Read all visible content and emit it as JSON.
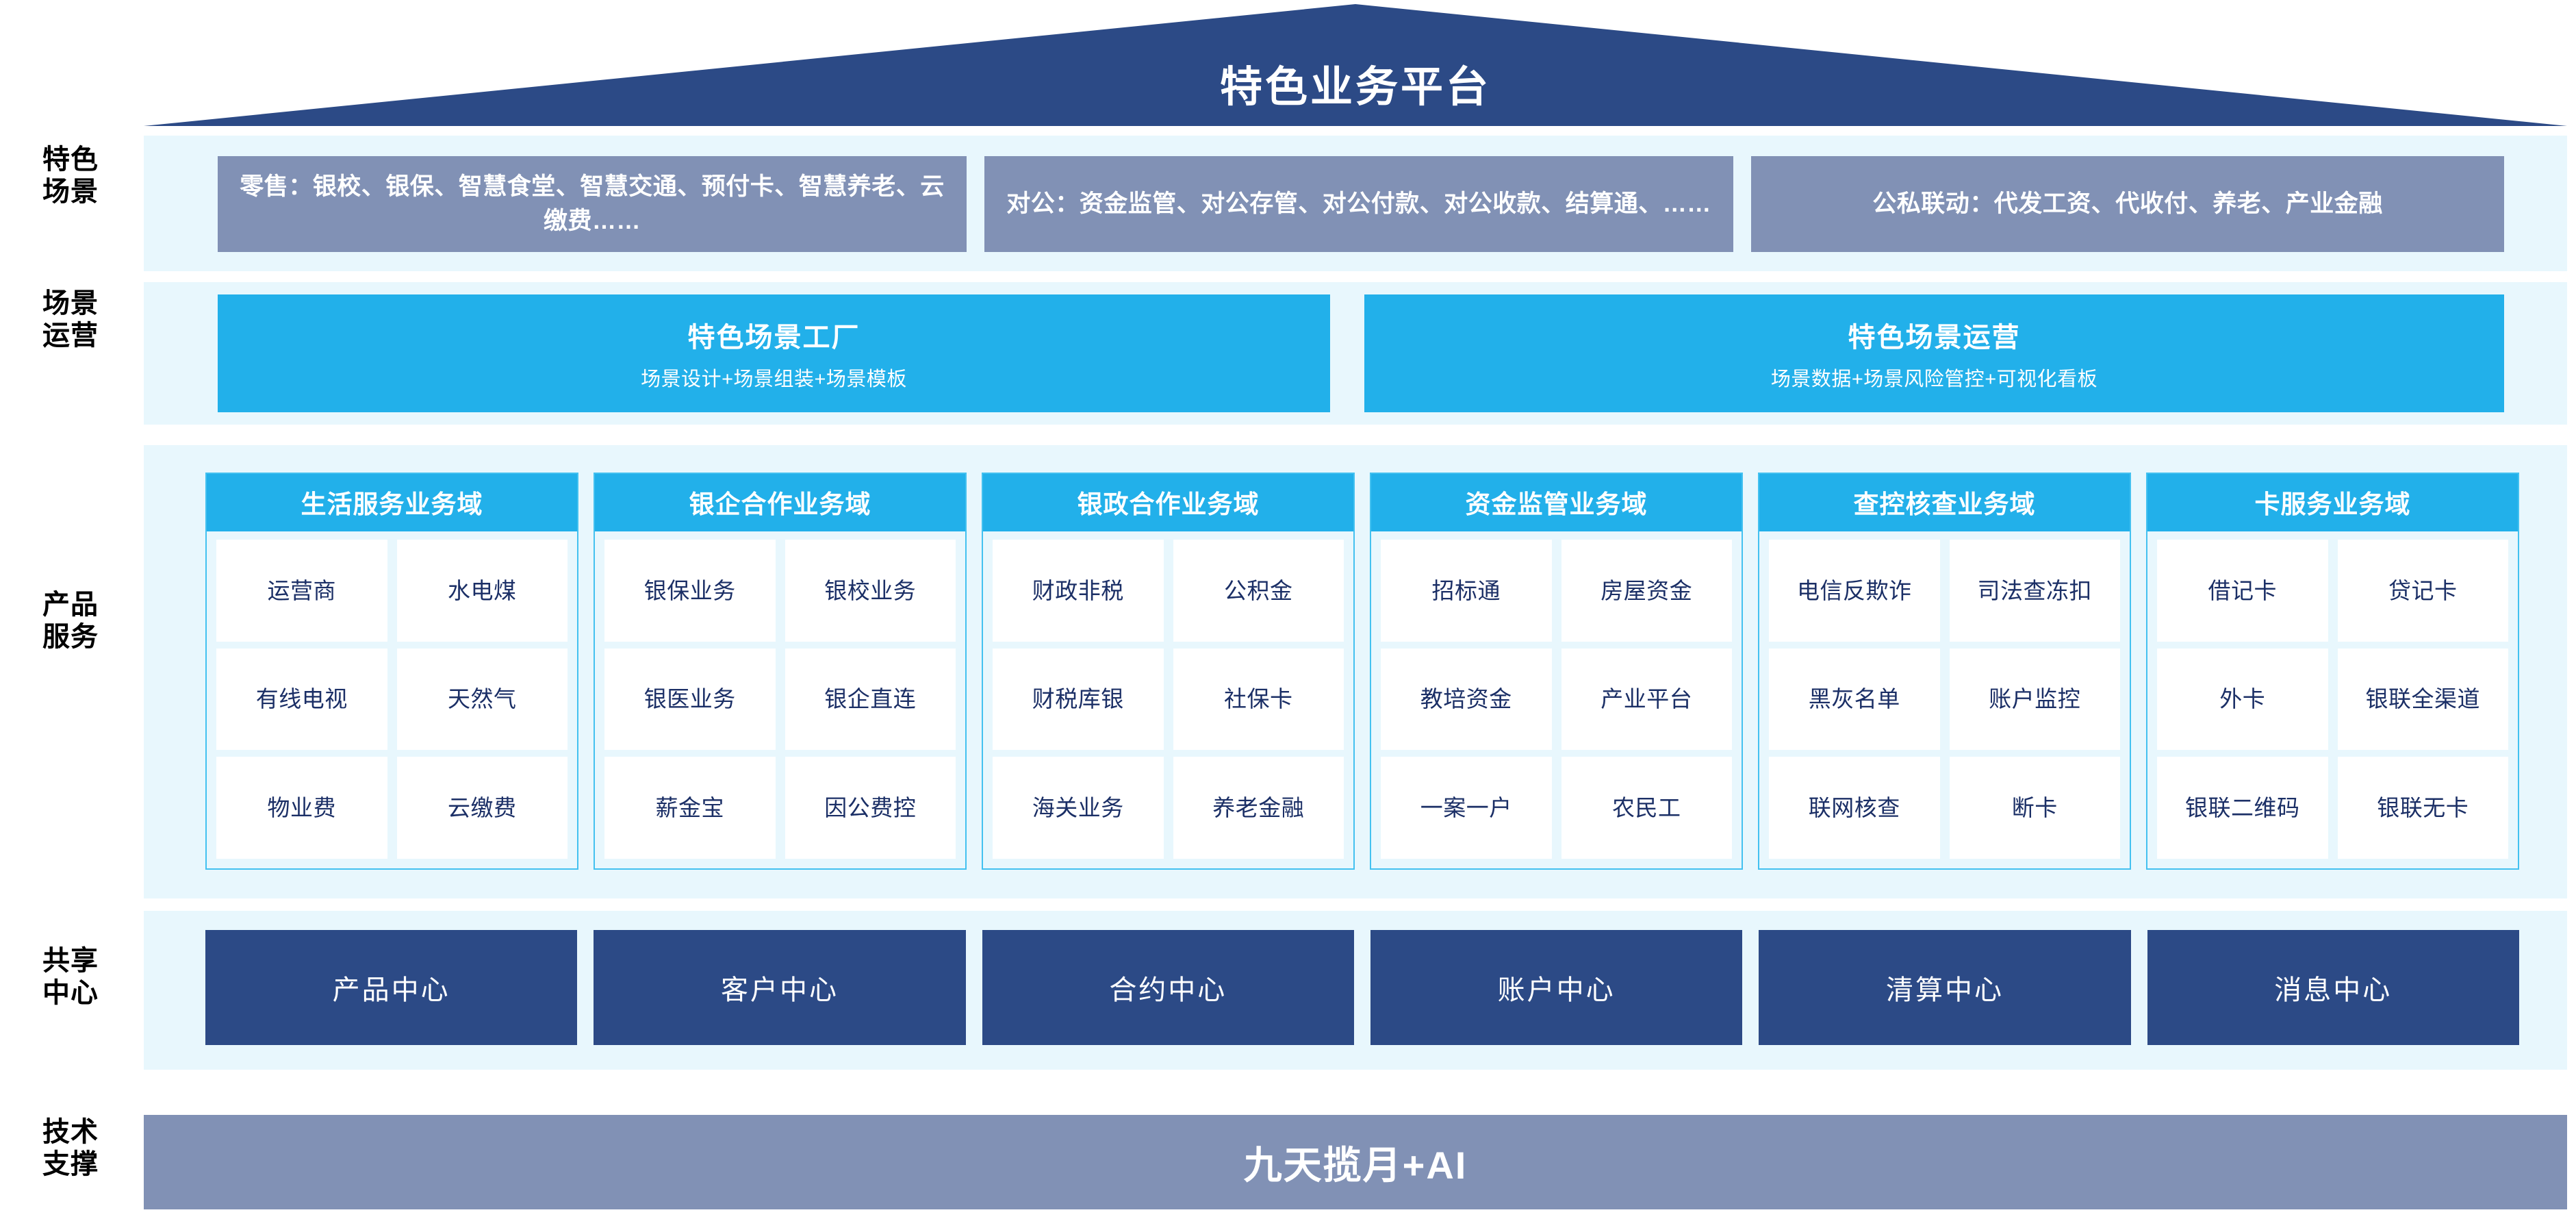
{
  "platform": {
    "title": "特色业务平台"
  },
  "colors": {
    "roof_navy": "#2c4a86",
    "scene_slate": "#8191b5",
    "cyan": "#22b0ea",
    "band_light": "#e8f7fd",
    "cell_text": "#1b2f66",
    "shared_navy": "#2c4a86",
    "tech_slate": "#8191b5"
  },
  "row_labels": {
    "scene": "特色\n场景",
    "scene_line1": "特色",
    "scene_line2": "场景",
    "operations_line1": "场景",
    "operations_line2": "运营",
    "products_line1": "产品",
    "products_line2": "服务",
    "shared_line1": "共享",
    "shared_line2": "中心",
    "tech_line1": "技术",
    "tech_line2": "支撑"
  },
  "scene_row": {
    "boxes": [
      {
        "label": "零售：银校、银保、智慧食堂、智慧交通、预付卡、智慧养老、云缴费……"
      },
      {
        "label": "对公：资金监管、对公存管、对公付款、对公收款、结算通、……"
      },
      {
        "label": "公私联动：代发工资、代收付、养老、产业金融"
      }
    ]
  },
  "operations_row": {
    "boxes": [
      {
        "title": "特色场景工厂",
        "subtitle": "场景设计+场景组装+场景模板"
      },
      {
        "title": "特色场景运营",
        "subtitle": "场景数据+场景风险管控+可视化看板"
      }
    ]
  },
  "product_domains": [
    {
      "title": "生活服务业务域",
      "rows": [
        [
          "运营商",
          "水电煤"
        ],
        [
          "有线电视",
          "天然气"
        ],
        [
          "物业费",
          "云缴费"
        ]
      ]
    },
    {
      "title": "银企合作业务域",
      "rows": [
        [
          "银保业务",
          "银校业务"
        ],
        [
          "银医业务",
          "银企直连"
        ],
        [
          "薪金宝",
          "因公费控"
        ]
      ]
    },
    {
      "title": "银政合作业务域",
      "rows": [
        [
          "财政非税",
          "公积金"
        ],
        [
          "财税库银",
          "社保卡"
        ],
        [
          "海关业务",
          "养老金融"
        ]
      ]
    },
    {
      "title": "资金监管业务域",
      "rows": [
        [
          "招标通",
          "房屋资金"
        ],
        [
          "教培资金",
          "产业平台"
        ],
        [
          "一案一户",
          "农民工"
        ]
      ]
    },
    {
      "title": "查控核查业务域",
      "rows": [
        [
          "电信\n反欺诈",
          "司法\n查冻扣"
        ],
        [
          "黑灰名单",
          "账户监控"
        ],
        [
          "联网核查",
          "断卡"
        ]
      ]
    },
    {
      "title": "卡服务业务域",
      "rows": [
        [
          "借记卡",
          "贷记卡"
        ],
        [
          "外卡",
          "银联\n全渠道"
        ],
        [
          "银联\n二维码",
          "银联无卡"
        ]
      ]
    }
  ],
  "shared_centers": [
    {
      "label": "产品中心"
    },
    {
      "label": "客户中心"
    },
    {
      "label": "合约中心"
    },
    {
      "label": "账户中心"
    },
    {
      "label": "清算中心"
    },
    {
      "label": "消息中心"
    }
  ],
  "tech_support": {
    "label": "九天揽月+AI"
  }
}
